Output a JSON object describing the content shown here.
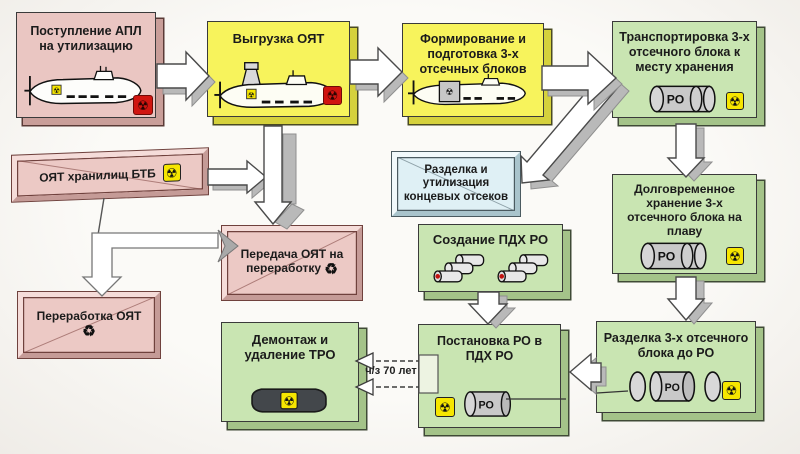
{
  "nodes": [
    {
      "id": "postuplenie",
      "label": "Поступление АПЛ на утилизацию"
    },
    {
      "id": "vygruzka",
      "label": "Выгрузка ОЯТ"
    },
    {
      "id": "formirovanie",
      "label": "Формирование и подготовка 3-х отсечных блоков"
    },
    {
      "id": "transportirovka",
      "label": "Транспортировка 3-х отсечного блока к месту хранения"
    },
    {
      "id": "oyat-btb",
      "label": "ОЯТ хранилищ БТБ"
    },
    {
      "id": "razdelka-koncevyh",
      "label": "Разделка и утилизация концевых отсеков"
    },
    {
      "id": "dolgovremennoe",
      "label": "Долговременное хранение 3-х отсечного блока на плаву"
    },
    {
      "id": "peredacha",
      "label": "Передача ОЯТ на переработку"
    },
    {
      "id": "sozdanie-pdh",
      "label": "Создание ПДХ РО"
    },
    {
      "id": "pererabotka",
      "label": "Переработка ОЯТ"
    },
    {
      "id": "demontazh",
      "label": "Демонтаж и удаление ТРО"
    },
    {
      "id": "postanovka",
      "label": "Постановка РО в ПДХ РО"
    },
    {
      "id": "razdelka-bloka",
      "label": "Разделка 3-х отсечного блока до РО"
    }
  ],
  "labels": {
    "ro": "РО",
    "interval": "ч/з 70 лет"
  },
  "icons": {
    "radiation": "☢",
    "recycle": "♻"
  },
  "colors": {
    "pink": "#eac6c2",
    "yellow": "#f7f35c",
    "green": "#c9e5b2",
    "blue": "#dff0f5",
    "rad_yellow": "#f6e600",
    "rad_red": "#d01510",
    "arrow": "#ffffff",
    "arrow_shadow": "#b9b9b9"
  }
}
